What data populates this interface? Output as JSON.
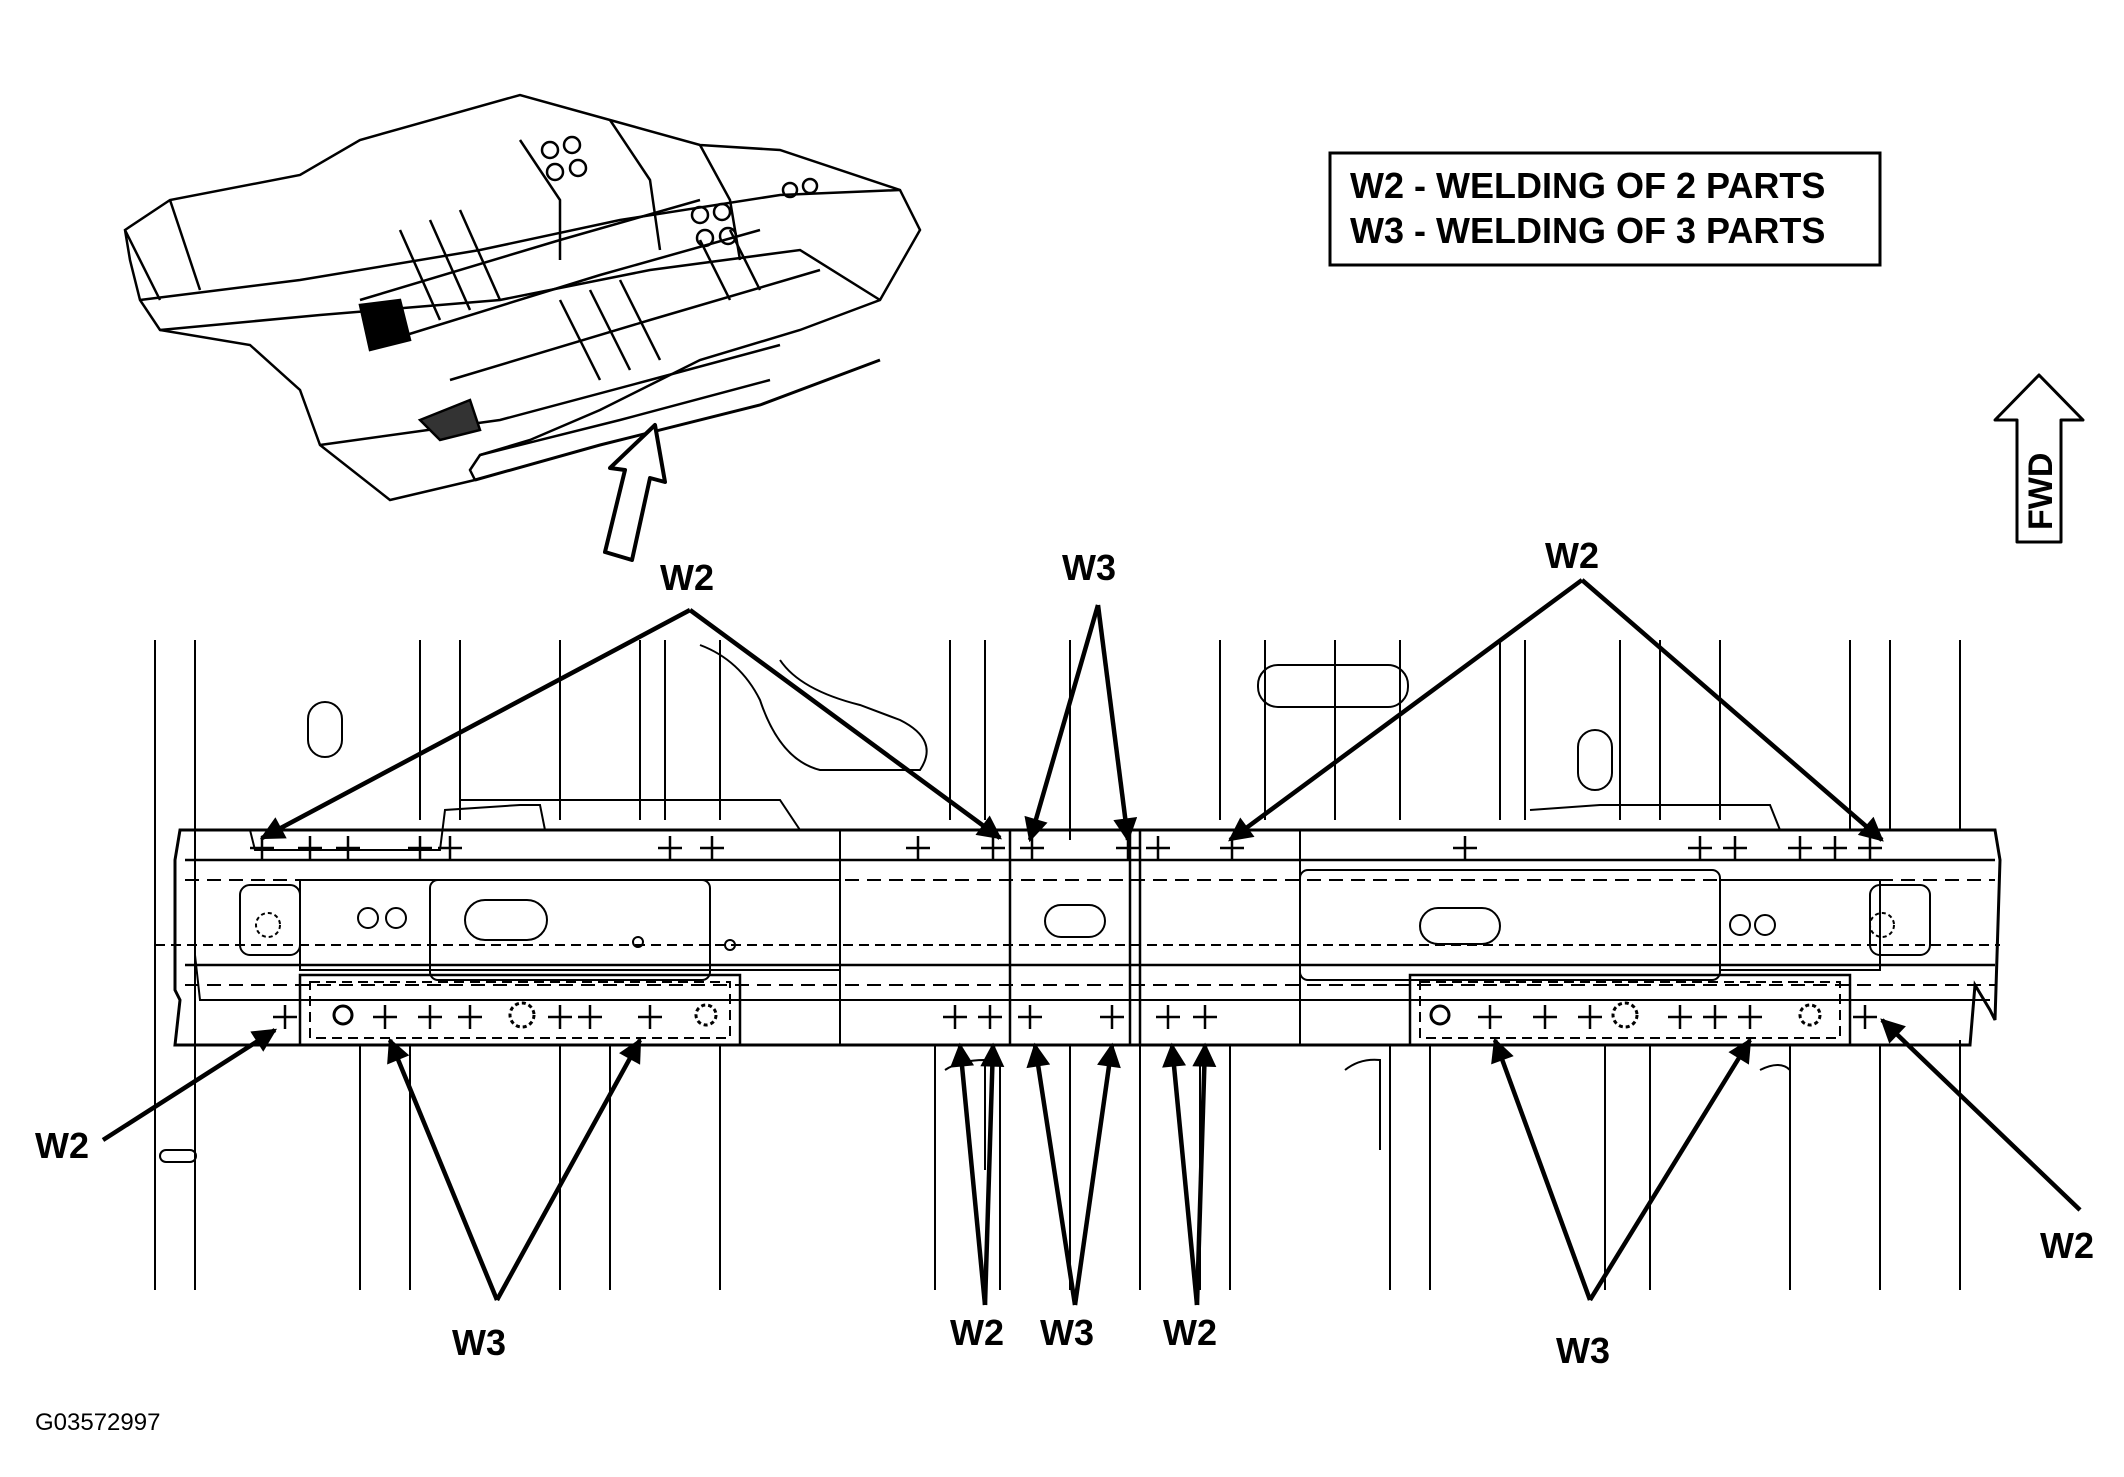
{
  "legend": {
    "line1": "W2 - WELDING OF 2 PARTS",
    "line2": "W3 - WELDING OF 3 PARTS"
  },
  "direction_label": "FWD",
  "figure_id": "G03572997",
  "callouts": {
    "w2": "W2",
    "w3": "W3"
  }
}
